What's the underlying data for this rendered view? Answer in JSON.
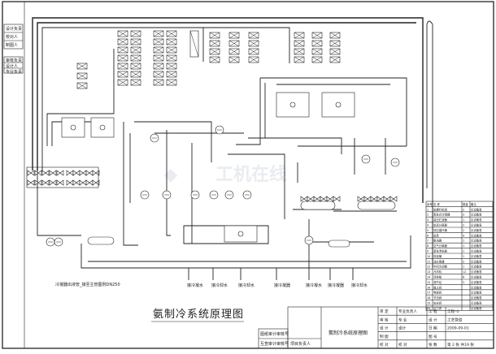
{
  "drawing": {
    "title_large": "氨制冷系统原理图",
    "watermark_text": "工机在线"
  },
  "left_margin": {
    "block_top": [
      "设计负责",
      "校对人",
      "制图人"
    ],
    "block_mid": [
      "审核负责",
      "设计人",
      "专业负责"
    ]
  },
  "title_block": {
    "drawing_name": "氨制冷系统原理图",
    "rows": [
      {
        "l1": "审 定",
        "v1": "专业负责人",
        "l2": "工 程",
        "v2": "工程-①"
      },
      {
        "l1": "审 核",
        "v1": "专 业",
        "l2": "设 计",
        "v2": "工艺管道"
      },
      {
        "l1": "设 计",
        "v1": "设计",
        "l2": "日 期",
        "v2": "2009-09-01"
      },
      {
        "l1": "制 图",
        "v1": "",
        "l2": "图 号",
        "v2": ""
      },
      {
        "l1": "校 对",
        "v1": "校 对",
        "l2": "张 数",
        "v2": "第 2 张 共19 张"
      }
    ],
    "bottom_left_rows": [
      "图纸审计审核号",
      "互查审计审核号"
    ],
    "extra_label": "项目负责人"
  },
  "legend": {
    "header": [
      "序号",
      "名 称",
      "数量",
      "备注"
    ],
    "rows": [
      [
        "1",
        "氨螺杆机组",
        "2",
        "见设备表"
      ],
      [
        "2",
        "蒸发式冷凝器",
        "3",
        "见设备表"
      ],
      [
        "3",
        "高压贮液器",
        "1",
        "见设备表"
      ],
      [
        "4",
        "氨液分离器",
        "2",
        "见设备表"
      ],
      [
        "5",
        "低压循环桶",
        "2",
        "见设备表"
      ],
      [
        "6",
        "氨泵",
        "4",
        "见设备表"
      ],
      [
        "7",
        "集油器",
        "1",
        "见设备表"
      ],
      [
        "8",
        "空气分离器",
        "1",
        "见设备表"
      ],
      [
        "9",
        "紧急泄氨器",
        "1",
        "见设备表"
      ],
      [
        "10",
        "排液桶",
        "1",
        "见设备表"
      ],
      [
        "11",
        "油分离器",
        "2",
        "见设备表"
      ],
      [
        "12",
        "中间冷却器",
        "1",
        "见设备表"
      ],
      [
        "13",
        "冷风机",
        "12",
        "见设备表"
      ],
      [
        "14",
        "顶排管",
        "6",
        "见设备表"
      ],
      [
        "15",
        "调节站",
        "3",
        "见设备表"
      ],
      [
        "16",
        "截止阀",
        "",
        "见设备表"
      ],
      [
        "17",
        "电磁阀",
        "",
        "见设备表"
      ],
      [
        "18",
        "节流阀",
        "",
        "见设备表"
      ],
      [
        "19",
        "安全阀",
        "",
        "见设备表"
      ],
      [
        "20",
        "压力表",
        "",
        "见设备表"
      ]
    ]
  },
  "pipe_labels": {
    "left_note": "冷凝器出液管_接至主管图例DN250",
    "bottom_labels": [
      "接冷凝水",
      "接冷却水",
      "接冷却水",
      "接冷凝器",
      "接冷凝水",
      "接冷凝器",
      "接冷却水"
    ]
  },
  "colors": {
    "line": "#222222",
    "watermark": "#d8dde4",
    "background": "#ffffff"
  }
}
